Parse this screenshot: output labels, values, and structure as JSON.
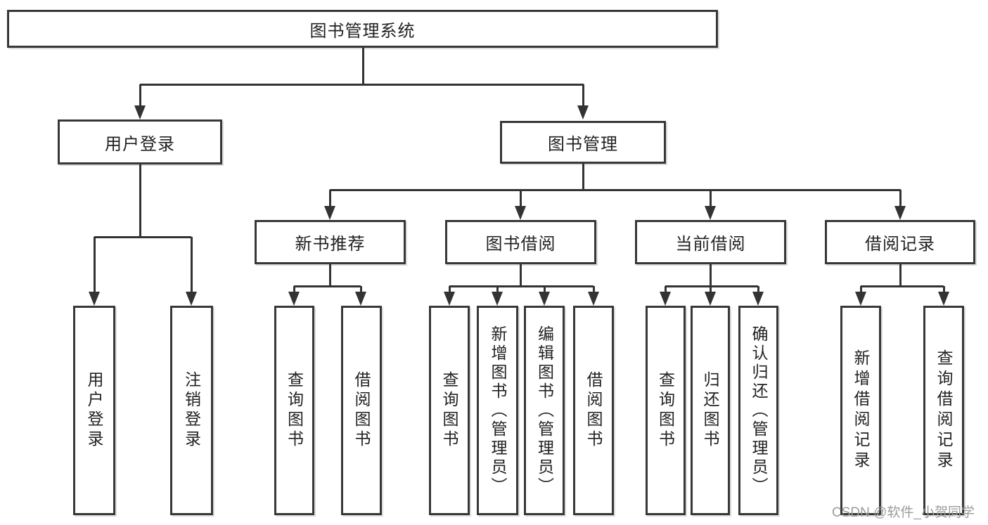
{
  "tree": {
    "root": "图书管理系统",
    "user_login": {
      "label": "用户登录",
      "children": [
        "用户登录",
        "注销登录"
      ]
    },
    "book_management": {
      "label": "图书管理",
      "sections": [
        {
          "label": "新书推荐",
          "children": [
            "查询图书",
            "借阅图书"
          ]
        },
        {
          "label": "图书借阅",
          "children": [
            "查询图书",
            "新增图书（管理员）",
            "编辑图书（管理员）",
            "借阅图书"
          ]
        },
        {
          "label": "当前借阅",
          "children": [
            "查询图书",
            "归还图书",
            "确认归还（管理员）"
          ]
        },
        {
          "label": "借阅记录",
          "children": [
            "新增借阅记录",
            "查询借阅记录"
          ]
        }
      ]
    }
  },
  "colors": {
    "line": "#333333",
    "box_border": "#383838",
    "text": "#222222",
    "watermark": "#9c9c9c",
    "background": "#ffffff"
  },
  "watermark": "CSDN @软件_小贺同学"
}
